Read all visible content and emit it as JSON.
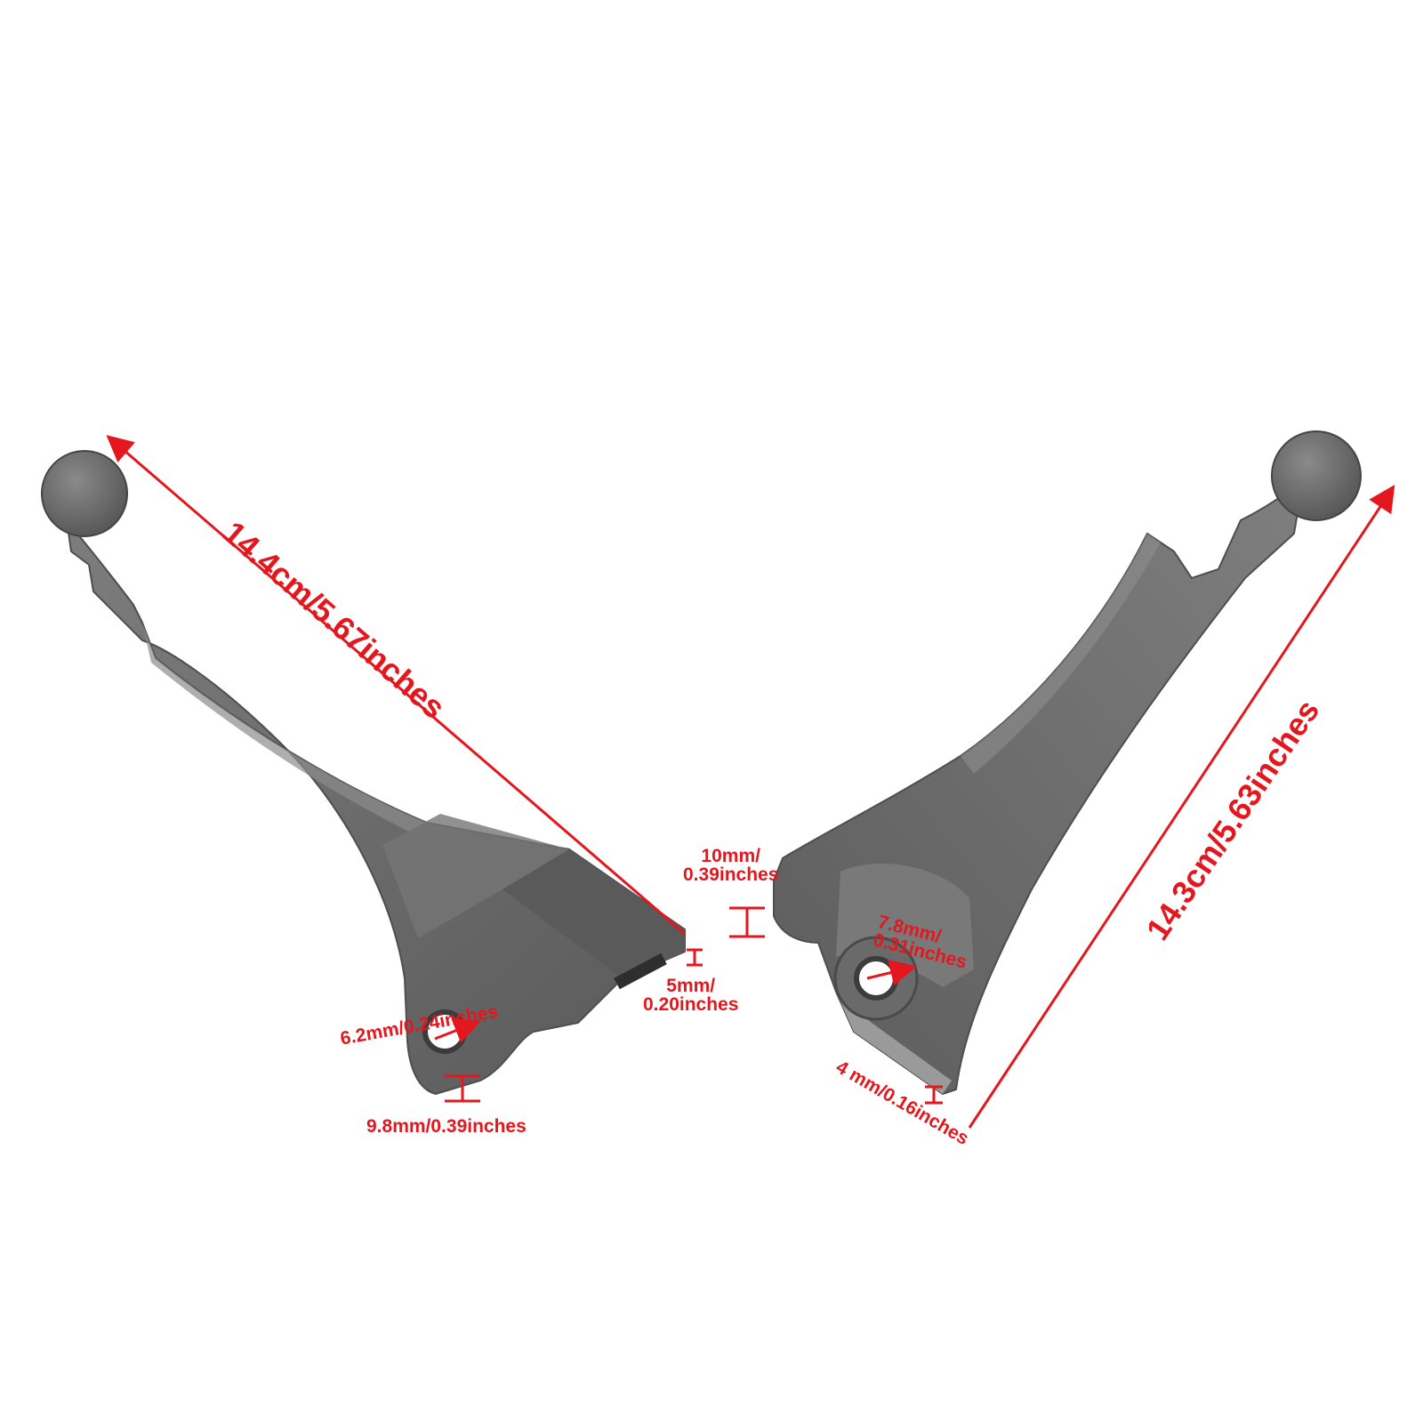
{
  "colors": {
    "annotation": "#e3171d",
    "metal": "#6e6e6e",
    "metal_light": "#9a9a9a",
    "metal_dark": "#4a4a4a",
    "background": "#ffffff"
  },
  "left_lever": {
    "length_label": "14.4cm/5.67inches",
    "hole_label": "6.2mm/0.24inches",
    "bottom_thickness_label": "9.8mm/0.39inches",
    "tip_thickness_line1": "5mm/",
    "tip_thickness_line2": "0.20inches"
  },
  "right_lever": {
    "length_label": "14.3cm/5.63inches",
    "pivot_thickness_line1": "10mm/",
    "pivot_thickness_line2": "0.39inches",
    "hole_line1": "7.8mm/",
    "hole_line2": "0.31inches",
    "tip_thickness_label": "4 mm/0.16inches"
  }
}
